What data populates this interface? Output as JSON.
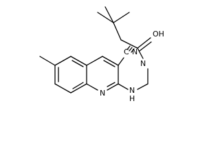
{
  "molecule": {
    "labels": {
      "nitrile_c": "C",
      "nitrile_n": "N",
      "hydroxyl": "OH",
      "amide_n": "N",
      "amine_n": "N",
      "amine_h": "H",
      "ring_n": "N"
    }
  }
}
